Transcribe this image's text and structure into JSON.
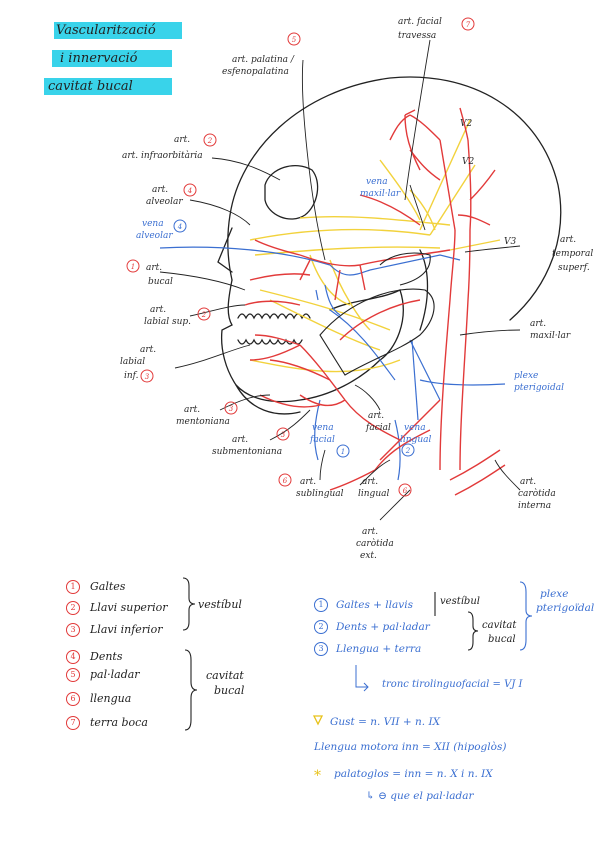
{
  "title": {
    "line1": "Vascularització",
    "line2": "i innervació",
    "line3": "cavitat bucal"
  },
  "labels": {
    "art_palatina": "art. palatina /",
    "art_palatina_2": "esfenopalatina",
    "art_palatina_num": "5",
    "art_facial_trav": "art. facial",
    "art_facial_trav_2": "travessa",
    "art_facial_trav_num": "7",
    "art_infraorbitaria": "art. infraorbitària",
    "art_infraorbitaria_num": "2",
    "art_alveolar": "art.",
    "art_alveolar_2": "alveolar",
    "art_alveolar_num": "4",
    "vena_alveolar": "vena",
    "vena_alveolar_2": "alveolar",
    "vena_alveolar_num": "4",
    "vena_maxillar": "vena",
    "vena_maxillar_2": "maxil·lar",
    "v2_a": "V2",
    "v2_b": "V2",
    "v3": "V3",
    "art_bucal": "art.",
    "art_bucal_2": "bucal",
    "art_bucal_num": "1",
    "art_labial_sup": "art.",
    "art_labial_sup_2": "labial sup.",
    "art_labial_sup_num": "2",
    "art_labial_inf": "art.",
    "art_labial_inf_2": "labial",
    "art_labial_inf_3": "inf.",
    "art_labial_inf_num": "3",
    "art_temporal": "art.",
    "art_temporal_2": "temporal",
    "art_temporal_3": "superf.",
    "art_maxillar": "art.",
    "art_maxillar_2": "maxil·lar",
    "plexe_pterigoidal": "plexe",
    "plexe_pterigoidal_2": "pterigoidal",
    "art_mentoniana": "art.",
    "art_mentoniana_2": "mentoniana",
    "art_mentoniana_num": "3",
    "art_submentoniana": "art.",
    "art_submentoniana_2": "submentoniana",
    "art_submentoniana_num": "3",
    "vena_facial": "vena",
    "vena_facial_2": "facial",
    "vena_facial_num": "1",
    "art_facial": "art.",
    "art_facial_2": "facial",
    "vena_lingual": "vena",
    "vena_lingual_2": "lingual",
    "vena_lingual_num": "2",
    "art_sublingual": "art.",
    "art_sublingual_2": "sublingual",
    "art_sublingual_num": "6",
    "art_lingual": "art.",
    "art_lingual_2": "lingual",
    "art_lingual_num": "6",
    "art_caroticia": "art.",
    "art_caroticia_2": "caròtida",
    "art_caroticia_3": "interna",
    "art_carotida_ext": "art.",
    "art_carotida_ext_2": "caròtida",
    "art_carotida_ext_3": "ext."
  },
  "legend_red": {
    "items": [
      {
        "num": "1",
        "text": "Galtes"
      },
      {
        "num": "2",
        "text": "Llavi superior"
      },
      {
        "num": "3",
        "text": "Llavi inferior"
      },
      {
        "num": "4",
        "text": "Dents"
      },
      {
        "num": "5",
        "text": "pal·ladar"
      },
      {
        "num": "6",
        "text": "llengua"
      },
      {
        "num": "7",
        "text": "terra boca"
      }
    ],
    "group1": "vestíbul",
    "group2_a": "cavitat",
    "group2_b": "bucal"
  },
  "legend_blue": {
    "items": [
      {
        "num": "1",
        "text": "Galtes + llavis"
      },
      {
        "num": "2",
        "text": "Dents + pal·ladar"
      },
      {
        "num": "3",
        "text": "Llengua + terra"
      }
    ],
    "vestibul": "vestíbul",
    "cavitat_a": "cavitat",
    "cavitat_b": "bucal",
    "plexe_a": "plexe",
    "plexe_b": "pterigoïdal",
    "tronc": "tronc tirolinguofacial = VJ I"
  },
  "notes": {
    "gust": "Gust = n. VII + n. IX",
    "motora": "Llengua motora inn = XII (hipoglòs)",
    "palatoglos": "palatoglos = inn = n. X i n. IX",
    "conclusion": "↳ ⊖ que el pal·ladar"
  },
  "colors": {
    "artery": "#e23a3a",
    "vein": "#3b6fd1",
    "nerve": "#f2d23c",
    "highlight": "#39d3ea",
    "ink": "#222222"
  }
}
